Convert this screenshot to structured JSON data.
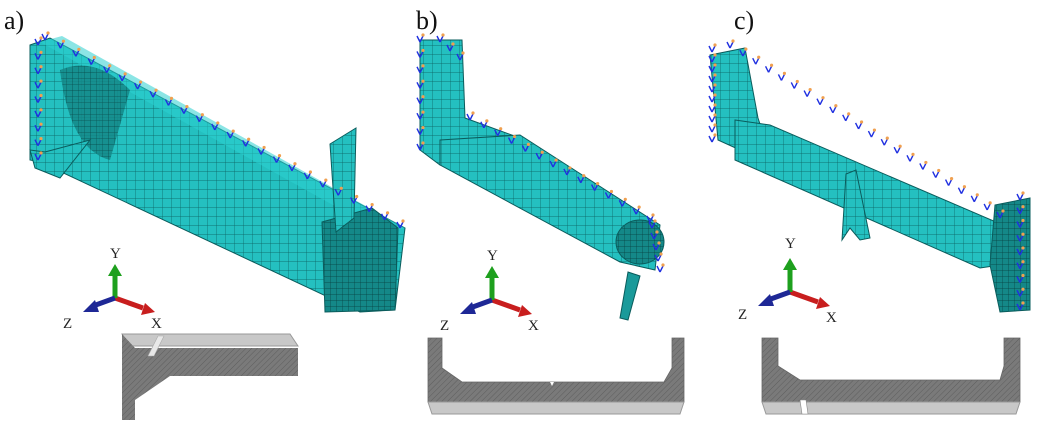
{
  "panels": [
    {
      "label": "a)",
      "axes": {
        "x": "X",
        "y": "Y",
        "z": "Z"
      }
    },
    {
      "label": "b)",
      "axes": {
        "x": "X",
        "y": "Y",
        "z": "Z"
      }
    },
    {
      "label": "c)",
      "axes": {
        "x": "X",
        "y": "Y",
        "z": "Z"
      }
    }
  ],
  "colors": {
    "mesh": "#24c0c0",
    "mesh_dark": "#148888",
    "mesh_line": "#0a5c5c",
    "boundary_blue": "#2030e0",
    "boundary_orange": "#f0a050",
    "axis_x": "#c81e1e",
    "axis_y": "#1ea01e",
    "axis_z": "#1e2896",
    "section_fill": "#787878",
    "section_light": "#c8c8c8"
  }
}
